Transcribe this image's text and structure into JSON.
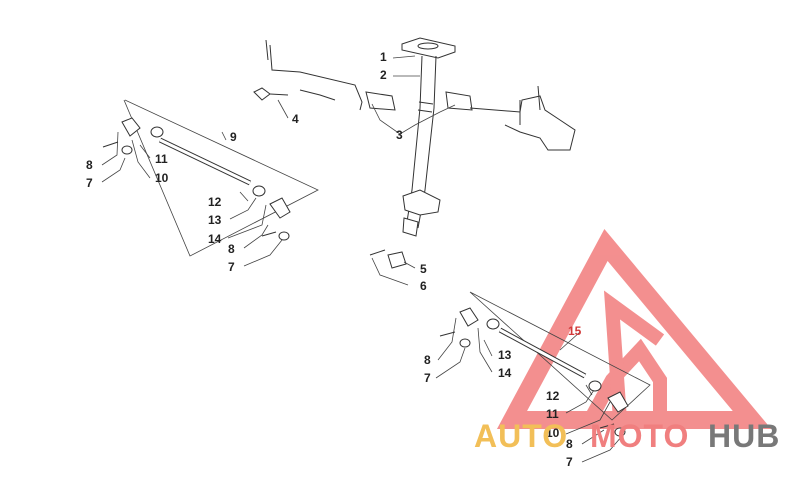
{
  "callouts": {
    "c1": "1",
    "c2": "2",
    "c3": "3",
    "c4": "4",
    "c5": "5",
    "c6": "6",
    "left": {
      "c7a": "7",
      "c8a": "8",
      "c9": "9",
      "c10": "10",
      "c11": "11",
      "c12": "12",
      "c13": "13",
      "c14": "14",
      "c8b": "8",
      "c7b": "7"
    },
    "right": {
      "c8a": "8",
      "c7a": "7",
      "c13": "13",
      "c14": "14",
      "c15": "15",
      "c12": "12",
      "c11": "11",
      "c10": "10",
      "c8b": "8",
      "c7b": "7"
    }
  },
  "watermark": {
    "part_a": "AUTO",
    "part_b": "MOTO",
    "part_c": "HUB"
  },
  "colors": {
    "line": "#333333",
    "logo_red": "#f06a6a",
    "logo_orange": "#f2bf58",
    "logo_gray": "#787878",
    "label_15": "#d23a3a"
  }
}
